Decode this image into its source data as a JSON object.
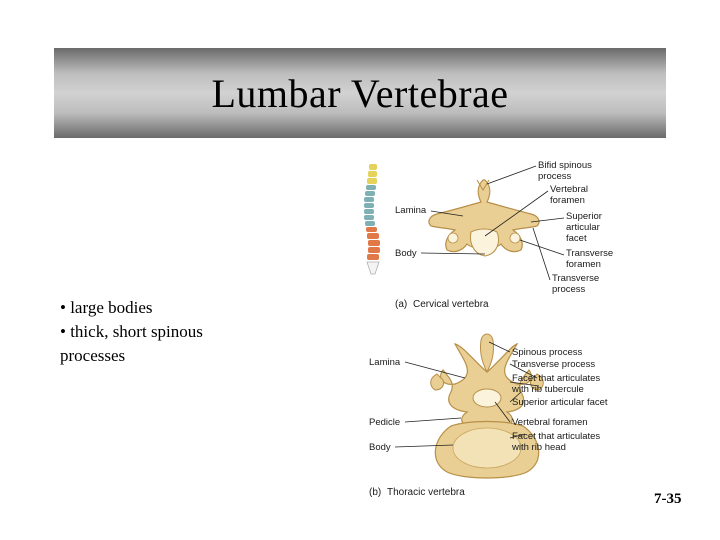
{
  "slide": {
    "title": "Lumbar Vertebrae",
    "bullets": [
      "• large bodies",
      "• thick, short spinous",
      "processes"
    ],
    "page_number": "7-35"
  },
  "figure": {
    "cervical": {
      "caption_letter": "(a)",
      "caption": "Cervical vertebra",
      "labels_left": [
        "Lamina",
        "Body"
      ],
      "labels_right": [
        [
          "Bifid spinous",
          "process"
        ],
        [
          "Vertebral",
          "foramen"
        ],
        [
          "Superior",
          "articular",
          "facet"
        ],
        [
          "Transverse",
          "foramen"
        ],
        [
          "Transverse",
          "process"
        ]
      ]
    },
    "thoracic": {
      "caption_letter": "(b)",
      "caption": "Thoracic vertebra",
      "labels_left": [
        "Lamina",
        "Pedicle",
        "Body"
      ],
      "labels_right": [
        [
          "Spinous process"
        ],
        [
          "Transverse process"
        ],
        [
          "Facet that articulates",
          "with rib tubercule"
        ],
        [
          "Superior articular facet"
        ],
        [
          "Vertebral foramen"
        ],
        [
          "Facet that articulates",
          "with rib head"
        ]
      ]
    }
  },
  "colors": {
    "bone": "#e9cf93",
    "bone_dark": "#b8904a",
    "spine_yellow": "#e4d25a",
    "spine_teal": "#7fb0b4",
    "spine_orange": "#e07848"
  }
}
